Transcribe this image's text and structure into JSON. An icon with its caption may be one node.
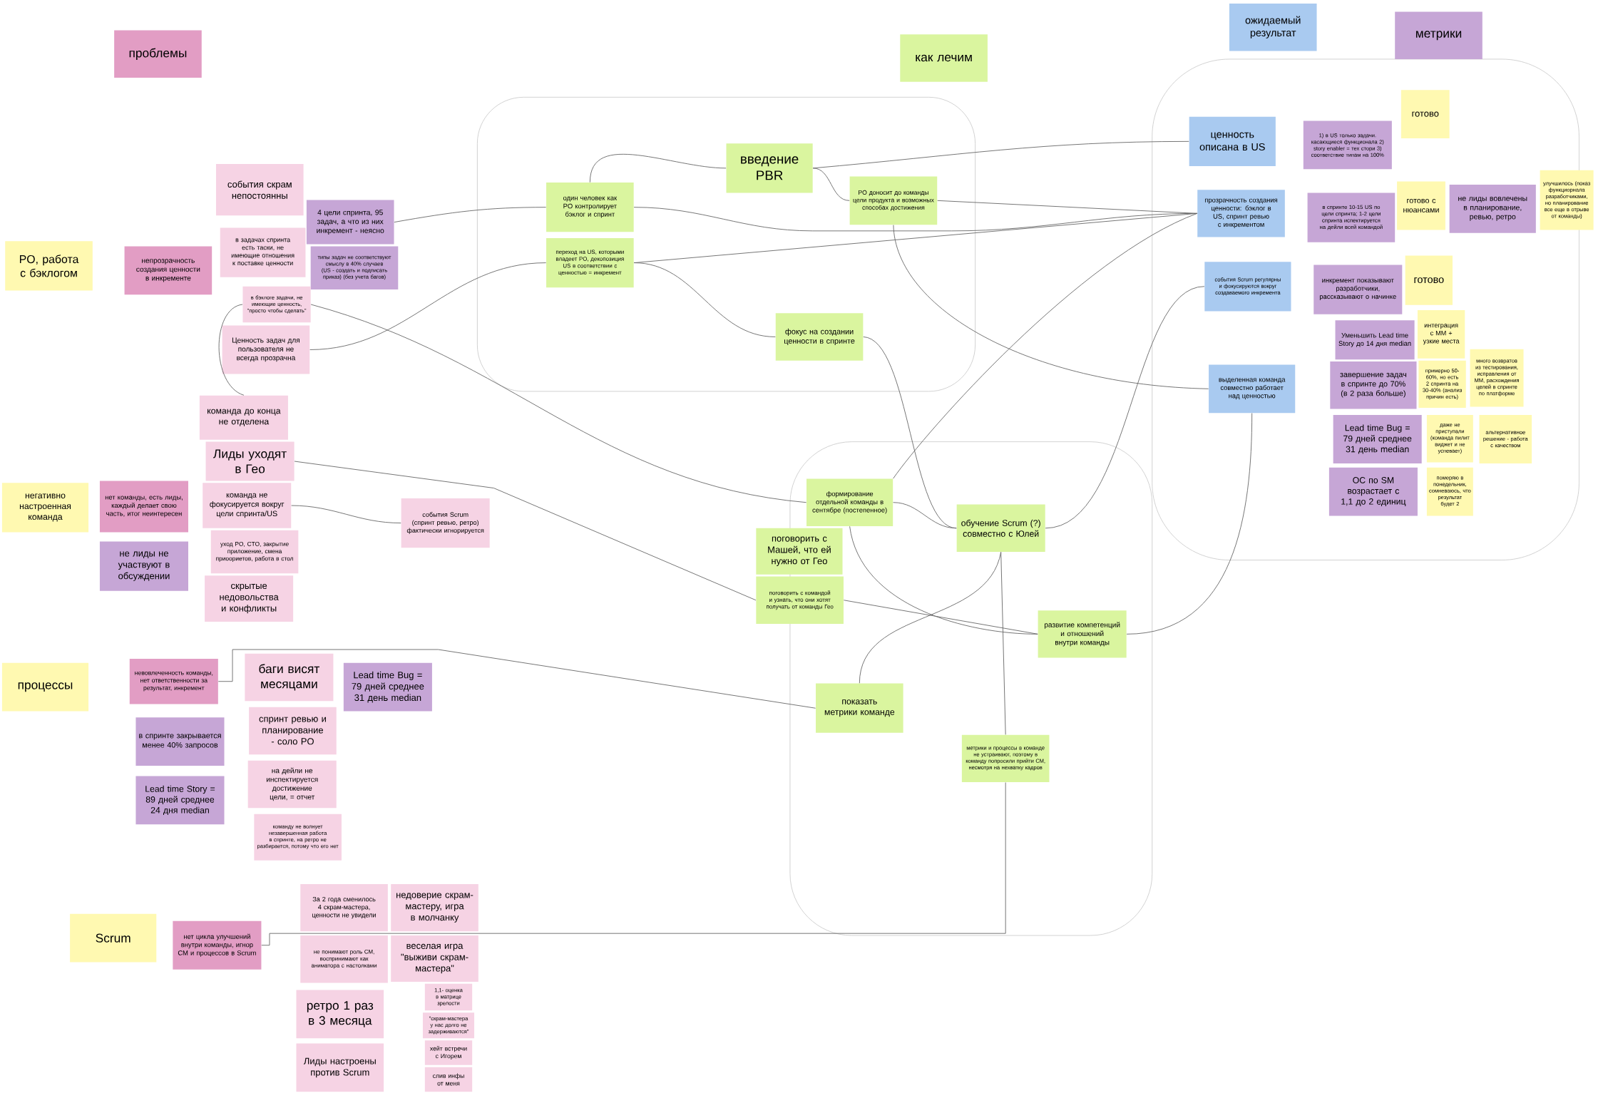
{
  "diagram": {
    "nodes": [
      {
        "text": [
          "проблемы"
        ]
      },
      {
        "text": [
          "как лечим"
        ]
      },
      {
        "text": [
          "ожидаемый результат"
        ]
      },
      {
        "text": [
          "метрики"
        ]
      },
      {
        "text": [
          "PO, работа с бэклогом"
        ]
      },
      {
        "text": [
          "негативно настроенная команда"
        ]
      },
      {
        "text": [
          "процессы"
        ]
      },
      {
        "text": [
          "Scrum"
        ]
      },
      {
        "text": [
          "непрозрачность создания ценности в инкременте"
        ]
      },
      {
        "text": [
          "события скрам непостоянны"
        ]
      },
      {
        "text": [
          "в задачах спринта есть таски, не имеющие отношения к поставке ценности"
        ]
      },
      {
        "text": [
          "4 цели спринта, 95 задач, а что из них инкремент - неясно"
        ]
      },
      {
        "text": [
          "типы задач не соответствуют смыслу в 40% случаев (US - создать и подписать приказ) (без учета багов)"
        ]
      },
      {
        "text": [
          "в бэклоге задачи, не имеющие ценность, \"просто чтобы сделать\""
        ]
      },
      {
        "text": [
          "Ценность задач для пользователя не всегда прозрачна"
        ]
      },
      {
        "text": [
          "команда до конца не отделена"
        ]
      },
      {
        "text": [
          "Лиды уходят в Гео"
        ]
      },
      {
        "text": [
          "нет команды, есть лиды, каждый делает свою часть, итог неинтересен"
        ]
      },
      {
        "text": [
          "команда не фокусируется вокруг цели спринта/US"
        ]
      },
      {
        "text": [
          "не лиды не участвуют в обсуждении"
        ]
      },
      {
        "text": [
          "уход PO, CTO, закрытие приложение, смена приоориетов, работа в стол"
        ]
      },
      {
        "text": [
          "скрытые недовольства и конфликты"
        ]
      },
      {
        "text": [
          "события Scrum (спринт ревью, ретро) фактически игнорируется"
        ]
      },
      {
        "text": [
          "невовлеченность команды, нет ответственности за результат, инкремент"
        ]
      },
      {
        "text": [
          "баги висят месяцами"
        ]
      },
      {
        "text": [
          "Lead time Bug = 79 дней среднее 31 день median"
        ]
      },
      {
        "text": [
          "в спринте закрывается менее 40% запросов"
        ]
      },
      {
        "text": [
          "Lead time Story = 89 дней среднее 24 дня median"
        ]
      },
      {
        "text": [
          "спринт ревью и планирование - соло PO"
        ]
      },
      {
        "text": [
          "на дейли не инспектируется достижение цели, = отчет"
        ]
      },
      {
        "text": [
          "команду не волнует незавершенная работа в спринте, на ретро не разбирается, потому что его нет"
        ]
      },
      {
        "text": [
          "нет цикла улучшений внутри команды, игнор СМ и процессов в Scrum"
        ]
      },
      {
        "text": [
          "За 2 года сменилось 4 скрам-мастера, ценности не увидели"
        ]
      },
      {
        "text": [
          "недоверие скрам-мастеру, игра в молчанку"
        ]
      },
      {
        "text": [
          "не понимают роль СМ, воспринимают как аниматора с настолками"
        ]
      },
      {
        "text": [
          "веселая игра \"выживи скрам-мастера\""
        ]
      },
      {
        "text": [
          "ретро 1 раз в 3 месяца"
        ]
      },
      {
        "text": [
          "1,1- оценка в матрице зрелости"
        ]
      },
      {
        "text": [
          "\"скрам-мастера у нас долго не задерживаются\""
        ]
      },
      {
        "text": [
          "хейт встречи с Игорем"
        ]
      },
      {
        "text": [
          "Лиды настроены против Scrum"
        ]
      },
      {
        "text": [
          "слив инфы от меня"
        ]
      },
      {
        "text": [
          "один человек как PO контролирует бэклог и спринт"
        ]
      },
      {
        "text": [
          "переход на US, которыми владеет PO, декопозиция US в соответствии с ценностью = инкремент"
        ]
      },
      {
        "text": [
          "введение PBR"
        ]
      },
      {
        "text": [
          "PO доносит до команды цели продукта и возможных способах достижения"
        ]
      },
      {
        "text": [
          "фокус на создании ценности в спринте"
        ]
      },
      {
        "text": [
          "формирование отдельной команды в сентябре (постепенное)"
        ]
      },
      {
        "text": [
          "поговорить с Машей, что ей нужно от Гео"
        ]
      },
      {
        "text": [
          "поговорить с командой и узнать, что они хотят получать от команды Гео"
        ]
      },
      {
        "text": [
          "обучение Scrum (?) совместно с Юлей"
        ]
      },
      {
        "text": [
          "развитие компетенций и отношений внутри команды"
        ]
      },
      {
        "text": [
          "показать метрики команде"
        ]
      },
      {
        "text": [
          "метрики и процессы в команде не устраивают, поэтому в команду попросили прийти СМ, несмотря на нехватку кадров"
        ]
      },
      {
        "text": [
          "ценность описана в US"
        ]
      },
      {
        "text": [
          "прозрачность создания ценности: бэклог в US, спринт ревью с инкрементом"
        ]
      },
      {
        "text": [
          "события Scrum регулярны и фокусируются вокруг создаваемого инкремента"
        ]
      },
      {
        "text": [
          "выделенная команда совместно работает над ценностью"
        ]
      },
      {
        "text": [
          "1) в US только задачи. касающиеся функционала 2) story enabler = тех стори 3) соответствие типам на 100%"
        ]
      },
      {
        "text": [
          "готово"
        ]
      },
      {
        "text": [
          "в спринте 10-15 US по цели спринта; 1-2 цели спринта испектируется на дейли всей командой"
        ]
      },
      {
        "text": [
          "готово с нюансами"
        ]
      },
      {
        "text": [
          "не лиды вовлечены в планирование, ревью, ретро"
        ]
      },
      {
        "text": [
          "улучшилось (показ функциорнала разработчиками, но планирование все еще в отрыве от команды)"
        ]
      },
      {
        "text": [
          "инкремент показывают разработчики, рассказывают о начинке"
        ]
      },
      {
        "text": [
          "готово"
        ]
      },
      {
        "text": [
          "Уменьшить Lead time Story до 14 дня median"
        ]
      },
      {
        "text": [
          "интеграция с MM + узкие места"
        ]
      },
      {
        "text": [
          "завершение задач в спринте до 70% (в 2 раза больше)"
        ]
      },
      {
        "text": [
          "примерно 50-60%, но есть 2 спринта на 30-40% (анализ причин есть)"
        ]
      },
      {
        "text": [
          "много возвратов из тестирования, исправления от MM, расхождения целей в спринте по платформе"
        ]
      },
      {
        "text": [
          "Lead time Bug = 79 дней среднее 31 день median"
        ]
      },
      {
        "text": [
          "даже не приступали (команда пилит виджет и не успевает)"
        ]
      },
      {
        "text": [
          "альтернативное решение - работа с качеством"
        ]
      },
      {
        "text": [
          "ОС по SM возрастает с 1,1 до 2 единиц"
        ]
      },
      {
        "text": [
          "померяю в понедельник, сомневаюсь, что результат будет 2"
        ]
      }
    ],
    "edges": [
      {
        "from": 44,
        "to": 42,
        "arrow": "none"
      },
      {
        "from": 44,
        "to": 45,
        "arrow": "none"
      },
      {
        "from": 44,
        "to": 54,
        "arrow": "none"
      },
      {
        "from": 42,
        "to": 55,
        "arrow": "none"
      },
      {
        "from": 45,
        "to": 55,
        "arrow": "none"
      },
      {
        "from": 43,
        "to": 55,
        "arrow": "none"
      },
      {
        "from": 43,
        "to": 46,
        "arrow": "none"
      },
      {
        "from": 11,
        "to": 42,
        "arrow": "none"
      },
      {
        "from": 14,
        "to": 43,
        "arrow": "none"
      },
      {
        "from": 13,
        "to": 15,
        "arrow": "none"
      },
      {
        "from": 13,
        "to": 47,
        "arrow": "none"
      },
      {
        "from": 16,
        "to": 49,
        "arrow": "none"
      },
      {
        "from": 18,
        "to": 22,
        "arrow": "none"
      },
      {
        "from": 23,
        "to": 52,
        "arrow": "none"
      },
      {
        "from": 31,
        "to": 53,
        "arrow": "none"
      },
      {
        "from": 53,
        "to": 50,
        "arrow": "none"
      },
      {
        "from": 50,
        "to": 52,
        "arrow": "none"
      },
      {
        "from": 45,
        "to": 57,
        "arrow": "none"
      },
      {
        "from": 47,
        "to": 50,
        "arrow": "none"
      },
      {
        "from": 46,
        "to": 50,
        "arrow": "none"
      },
      {
        "from": 50,
        "to": 56,
        "arrow": "none"
      },
      {
        "from": 49,
        "to": 51,
        "arrow": "none"
      },
      {
        "from": 47,
        "to": 51,
        "arrow": "none"
      },
      {
        "from": 51,
        "to": 57,
        "arrow": "none"
      },
      {
        "from": 47,
        "to": 55,
        "arrow": "none"
      }
    ]
  }
}
